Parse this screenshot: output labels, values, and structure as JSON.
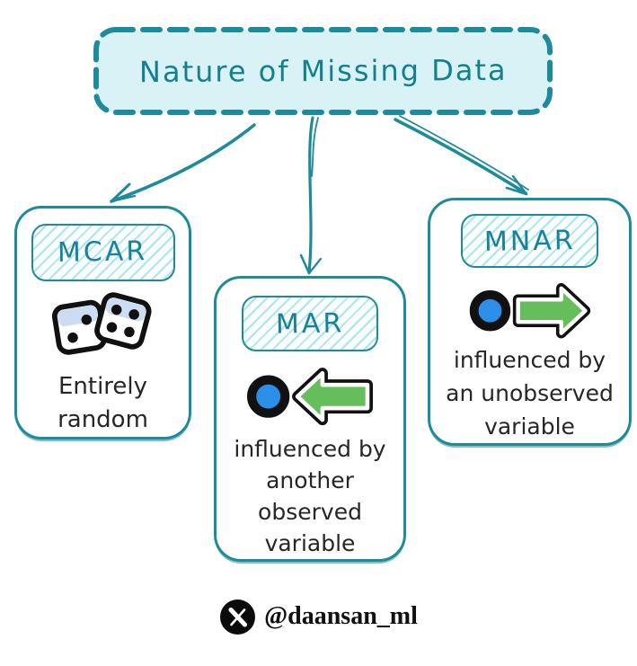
{
  "title": {
    "text": "Nature of Missing Data"
  },
  "nodes": [
    {
      "id": "mcar",
      "label": "MCAR",
      "icon": "dice-icon",
      "description": "Entirely\nrandom"
    },
    {
      "id": "mar",
      "label": "MAR",
      "icon": "circle-and-left-arrow-icon",
      "description": "influenced by\nanother\nobserved\nvariable"
    },
    {
      "id": "mnar",
      "label": "MNAR",
      "icon": "circle-and-right-arrow-icon",
      "description": "influenced by\nan unobserved\nvariable"
    }
  ],
  "footer": {
    "platform_icon": "x-logo-icon",
    "handle": "@daansan_ml"
  },
  "colors": {
    "accent_teal": "#1d8b9b",
    "label_text_teal": "#17839a",
    "title_fill": "#d9f2f6",
    "hatch_line": "#a9e0e9",
    "body_text": "#262626",
    "circle_blue": "#2b8fe8",
    "arrow_green": "#66bd5c",
    "dice_shade": "#ccdcf3",
    "icon_outline": "#111111"
  }
}
